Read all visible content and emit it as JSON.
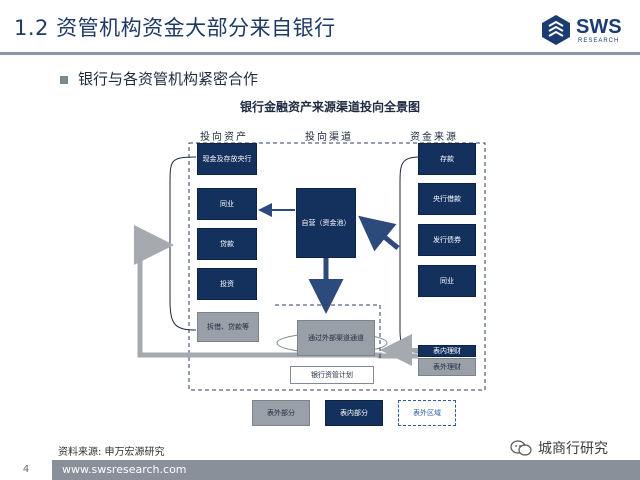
{
  "header": {
    "title": "1.2 资管机构资金大部分来自银行",
    "logo": {
      "brand": "SWS",
      "sub": "RESEARCH"
    }
  },
  "bullet": "银行与各资管机构紧密合作",
  "diagram": {
    "title": "银行金融资产来源渠道投向全景图",
    "columns": {
      "assets": "投向资产",
      "channels": "投向渠道",
      "funds": "资金来源"
    },
    "asset_boxes": [
      "现金及存放央行",
      "同业",
      "贷款",
      "投资"
    ],
    "asset_other": "拆借、贷款等",
    "center_pool": "自营（资金池）",
    "channel_top": "通过外部渠道通道",
    "channel_bottom": "银行资管计划",
    "fund_boxes": [
      "存款",
      "央行借款",
      "发行债券",
      "同业"
    ],
    "fund_split": [
      "表内理财",
      "表外理财"
    ],
    "legend": {
      "off_balance": "表外部分",
      "on_balance": "表内部分",
      "unclear": "表外区域"
    }
  },
  "footer": {
    "source": "资料来源: 申万宏源研究",
    "page": "4",
    "site": "www.swsresearch.com",
    "watermark": "城商行研究"
  },
  "colors": {
    "navy": "#14315e",
    "grey": "#9aa0a8",
    "title_blue": "#1f3a66",
    "arrow_grey": "#a5aab0",
    "arrow_dark": "#3f5a8a"
  }
}
